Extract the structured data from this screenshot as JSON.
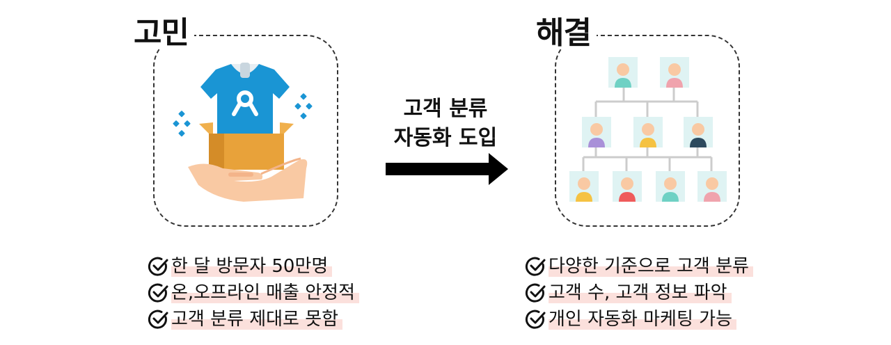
{
  "left": {
    "title": "고민",
    "icon": "product-box-hand-icon",
    "items": [
      "한 달 방문자 50만명",
      "온,오프라인 매출 안정적",
      "고객 분류 제대로 못함"
    ]
  },
  "center": {
    "line1": "고객 분류",
    "line2": "자동화 도입",
    "icon": "right-arrow-icon"
  },
  "right": {
    "title": "해결",
    "icon": "hierarchy-tree-icon",
    "items": [
      "다양한 기준으로 고객 분류",
      "고객 수, 고객 정보 파악",
      "개인 자동화 마케팅 가능"
    ]
  },
  "colors": {
    "shirt": "#1a95d4",
    "box": "#e8a23a",
    "hand": "#f9c9a3",
    "highlight": "#fbe0dc",
    "node_bg": "#dff3f3",
    "connector": "#cccccc"
  }
}
